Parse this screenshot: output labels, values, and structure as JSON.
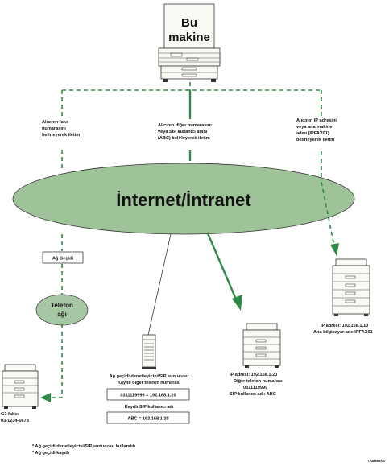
{
  "this_machine": {
    "line1": "Bu",
    "line2": "makine"
  },
  "network": {
    "label": "İnternet/İntranet"
  },
  "methods": {
    "left": [
      "Alıcının faks",
      "numarasını",
      "belirleyerek iletim"
    ],
    "center": [
      "Alıcının diğer numarasını",
      "veya SIP kullanıcı adını",
      "(ABC) belirleyerek iletim"
    ],
    "right": [
      "Alıcının IP adresini",
      "veya ana makine",
      "adını (IPFAX01)",
      "belirleyerek iletim"
    ]
  },
  "gateway": {
    "label": "Ağ Geçidi"
  },
  "phone_network": {
    "line1": "Telefon",
    "line2": "ağı"
  },
  "g3_device": {
    "line1": "G3 faksı",
    "line2": "03-1234-5678"
  },
  "server": {
    "title": "Ağ geçidi denetleyicisi/SIP sunucusu",
    "subtitle": "Kayıtlı diğer telefon numarası",
    "phone_mapping": "0311119999 = 192.168.1.20",
    "sip_title": "Kayıtlı SIP kullanıcı adı",
    "sip_mapping": "ABC = 192.168.1.20"
  },
  "device_center": {
    "line1": "IP adresi: 192.168.1.20",
    "line2": "Diğer telefon numarası:",
    "line3": "0311119999",
    "line4": "SIP kullanıcı adı: ABC"
  },
  "device_right": {
    "line1": "IP adresi: 192.168.1.10",
    "line2": "Ana bilgisayar adı: IPFAX01"
  },
  "footnotes": [
    "* Ağ geçidi denetleyicisi/SIP sunucusu kullanıldı",
    "* Ağ geçidi kayıtlı"
  ],
  "code": "TRM866XS",
  "colors": {
    "green": "#2e8b45",
    "ellipse": "#9fc399",
    "phone": "#a6c7a3"
  }
}
